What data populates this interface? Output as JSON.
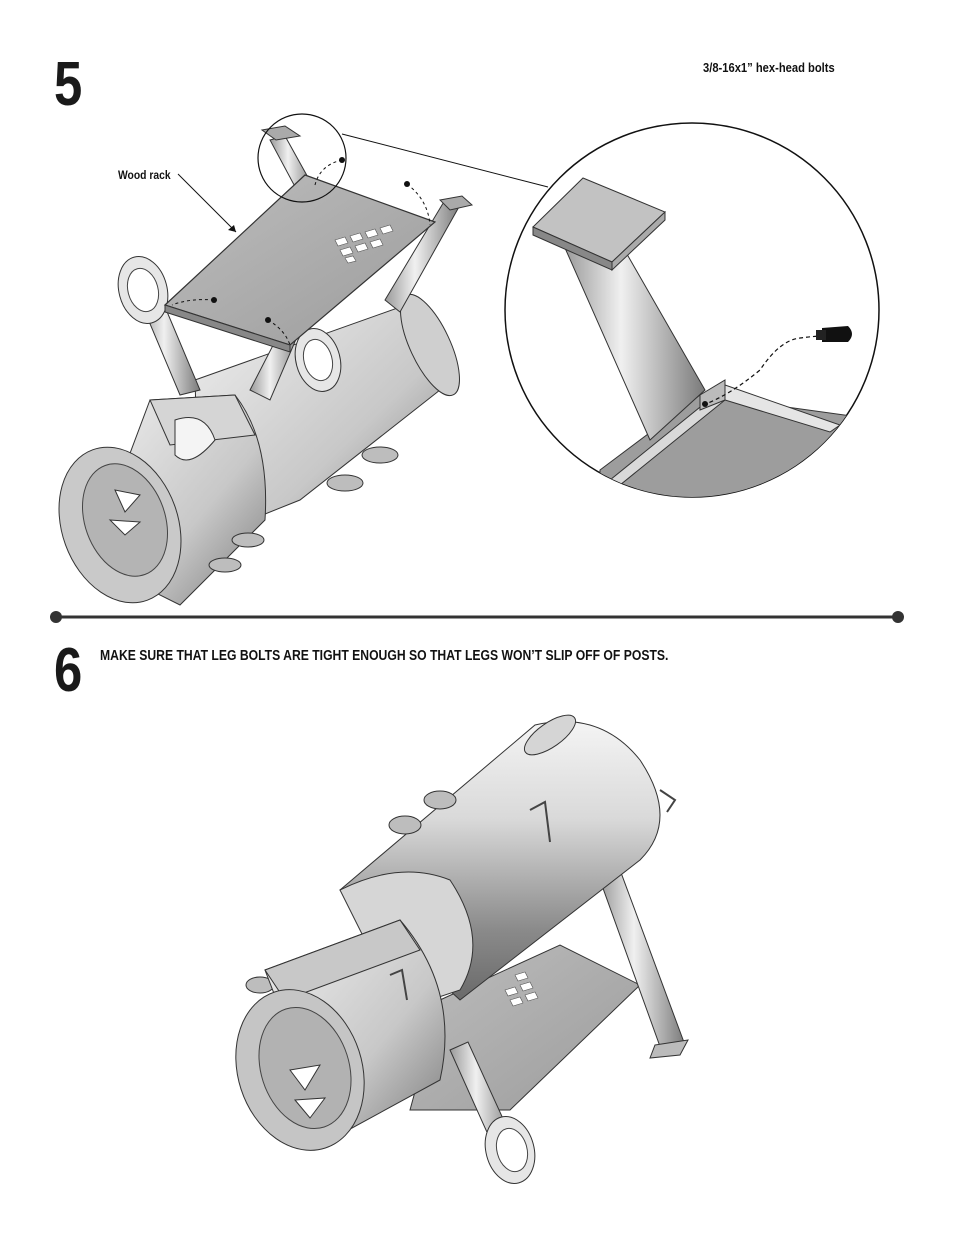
{
  "step5": {
    "number": "5",
    "parts_label": "3/8-16x1” hex-head bolts",
    "callout_label": "Wood rack"
  },
  "step6": {
    "number": "6",
    "instruction": "MAKE SURE THAT LEG BOLTS ARE TIGHT ENOUGH SO THAT LEGS WON’T SLIP OFF OF POSTS."
  }
}
